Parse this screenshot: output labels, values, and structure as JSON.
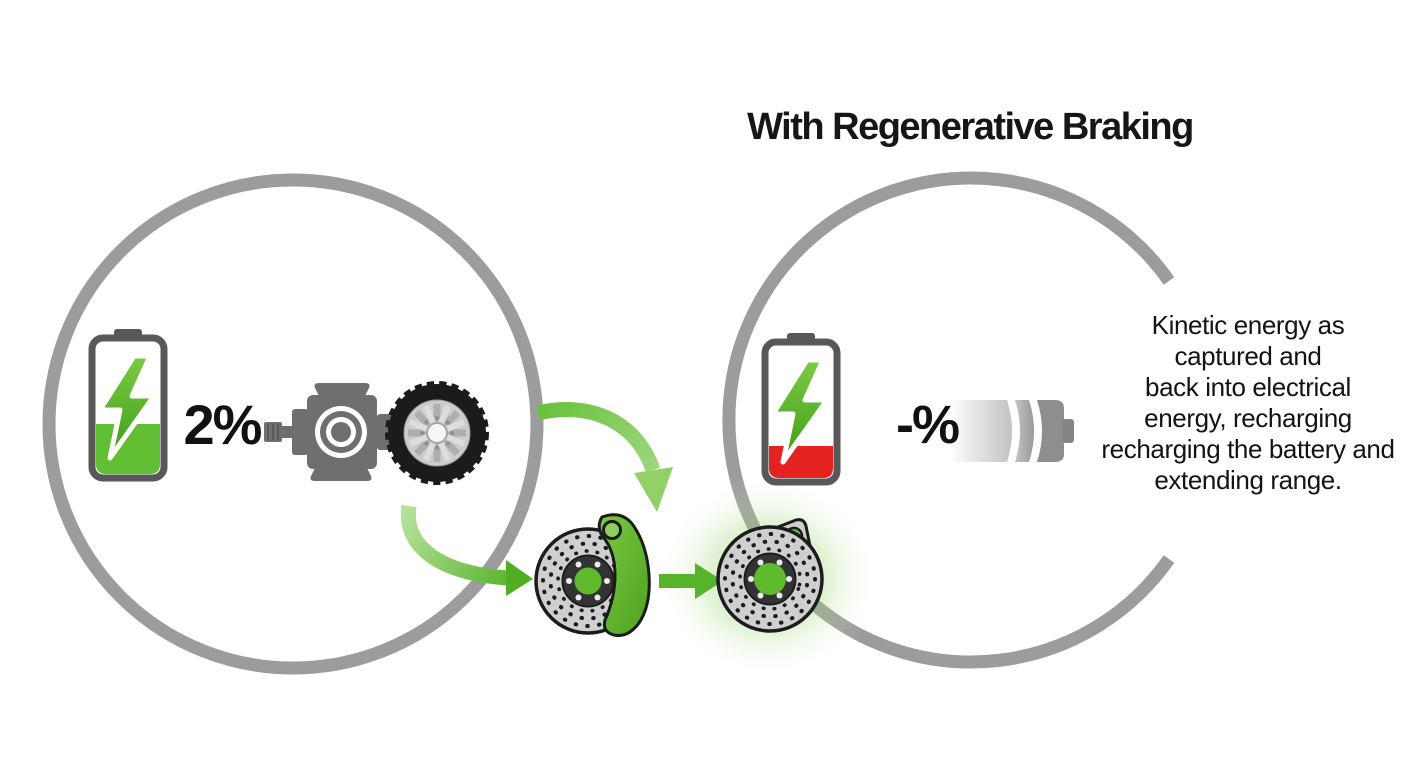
{
  "title": "With Regenerative Braking",
  "left_system": {
    "battery_percent": "2%",
    "icons": [
      "battery-low-green-icon",
      "motor-icon",
      "tire-icon"
    ]
  },
  "right_system": {
    "battery_percent": "-%",
    "caption": "Kinetic energy as\ncaptured and\nback into electrical\nenergy, recharging\nrecharging the battery and\nextending range.",
    "icons": [
      "battery-low-red-icon",
      "battery-charging-gradient-icon"
    ]
  },
  "flow_icons": [
    "curved-arrow-down-icon",
    "curved-arrow-right-icon",
    "arrow-right-icon",
    "brake-disc-caliper-icon",
    "brake-disc-glowing-icon"
  ],
  "colors": {
    "accent_green": "#5cb52d",
    "light_green": "#9ed37a",
    "alert_red": "#e42320",
    "ring_gray": "#9c9c9c",
    "icon_gray": "#6f6f6f",
    "tire_black": "#1b1b1b",
    "disc_gray": "#cfcfcf",
    "text_dark": "#161616"
  }
}
